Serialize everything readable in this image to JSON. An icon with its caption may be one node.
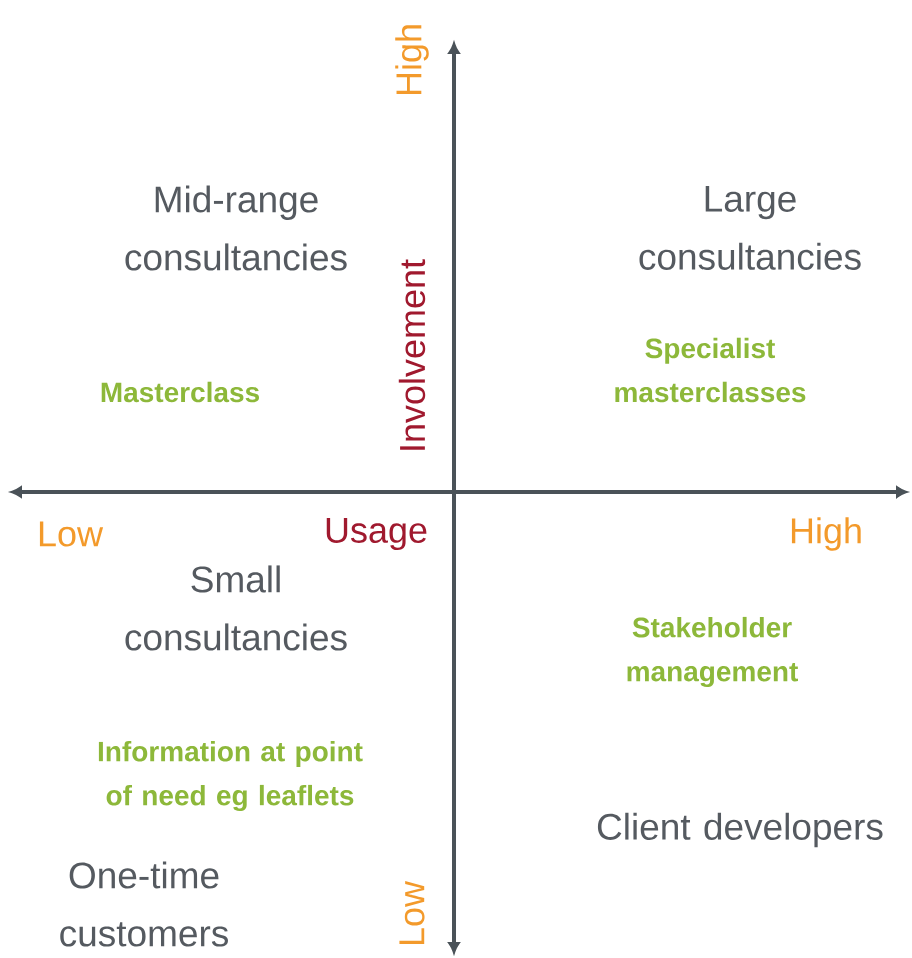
{
  "diagram": {
    "labels": [
      "High",
      "Mid-range consultancies",
      "Large consultancies",
      "Involvement",
      "Masterclass",
      "Specialist masterclasses",
      "Low",
      "Usage",
      "High",
      "Small consultancies",
      "Stakeholder management",
      "Information at point of need eg leaflets",
      "Client developers",
      "One-time customers",
      "Low"
    ]
  }
}
